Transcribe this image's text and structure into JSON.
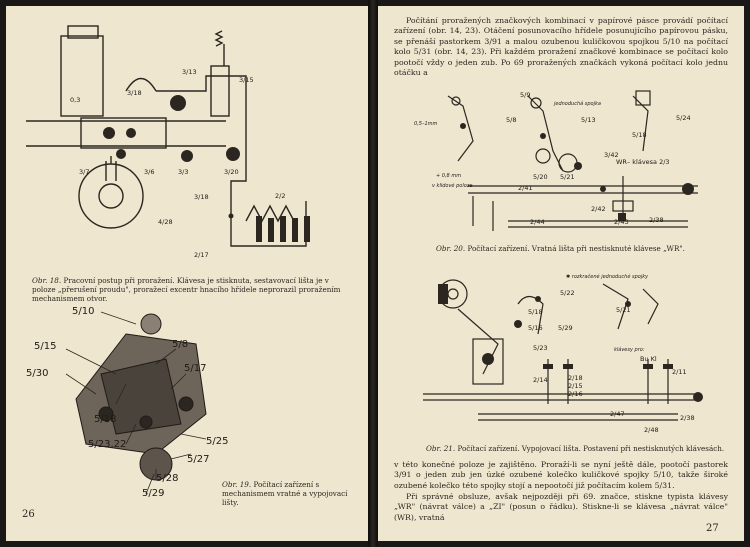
{
  "left_page": {
    "fig18": {
      "labels": [
        "0,3",
        "3/13",
        "3/18",
        "3/15",
        "3/7",
        "3/6",
        "3/3",
        "3/20",
        "3/18",
        "2/2",
        "4/28",
        "2/17"
      ],
      "caption_label": "Obr. 18.",
      "caption_text": "Pracovní postup při proražení. Klávesa je stisknuta, sestavovací lišta je v poloze „přerušení proudu\", proražecí excentr hnacího hřídele neprorazil proražením mechanismem otvor."
    },
    "fig19": {
      "labels": [
        "5/10",
        "5/15",
        "5/30",
        "5/18",
        "5/23,22",
        "5/8",
        "5/17",
        "5/25",
        "5/27",
        "5/28",
        "5/29"
      ],
      "caption_label": "Obr. 19.",
      "caption_text": "Počítací zařízení s mechanismem vratné a vypojovací lišty."
    },
    "page_number": "26"
  },
  "right_page": {
    "paragraph1": "Počítání proražených značkových kombinací v papírové pásce provádí počítací zařízení (obr. 14, 23). Otáčení posunovacího hřídele posunujícího papírovou pásku, se přenáší pastorkem 3/91 a malou ozubenou kuličkovou spojkou 5/10 na počítací kolo 5/31 (obr. 14, 23). Při každém proražení značkové kombinace se počítací kolo pootočí vždy o jeden zub. Po 69 proražených značkách vykoná počítací kolo jednu otáčku a",
    "fig20": {
      "labels": [
        "5/9",
        "5/8",
        "5/13",
        "5/24",
        "5/18",
        "5/20",
        "5/21",
        "2/41",
        "2/44",
        "2/42",
        "2/43",
        "2/38",
        "3/42"
      ],
      "notes": [
        "jednoduchá spojka",
        "0,5–1mm",
        "WR– klávesa 2/3",
        "+ 0,8 mm",
        "v klidové poloze"
      ],
      "caption_label": "Obr. 20.",
      "caption_text": "Počítací zařízení. Vratná lišta při nestisknuté klávese „WR\"."
    },
    "fig21": {
      "labels": [
        "5/22",
        "5/21",
        "5/18",
        "5/16",
        "5/29",
        "5/23",
        "2/11",
        "Bu Kl",
        "2/18",
        "2/15",
        "2/16",
        "2/14",
        "2/47",
        "2/48",
        "2/38"
      ],
      "notes": [
        "✱ rozkračené jednoduché spojky",
        "klávesy pro:"
      ],
      "caption_label": "Obr. 21.",
      "caption_text": "Počítací zařízení. Vypojovací lišta. Postavení při nestisknutých klávesách."
    },
    "paragraph2": "v této konečné poloze je zajištěno. Proraží-li se nyní ještě dále, pootočí pastorek 3/91 o jeden zub jen úzké ozubené kolečko kuličkové spojky 5/10, takže široké ozubené kolečko této spojky stojí a nepootočí již počítacím kolem 5/31.",
    "paragraph3": "Při správné obsluze, avšak nejpozději při 69. značce, stiskne typista klávesy „WR\" (návrat válce) a „ZI\" (posun o řádku). Stiskne-li se klávesa „návrat válce\" (WR), vratná",
    "page_number": "27"
  },
  "colors": {
    "paper": "#efe6cf",
    "ink": "#2b2620",
    "background": "#1a1816"
  }
}
